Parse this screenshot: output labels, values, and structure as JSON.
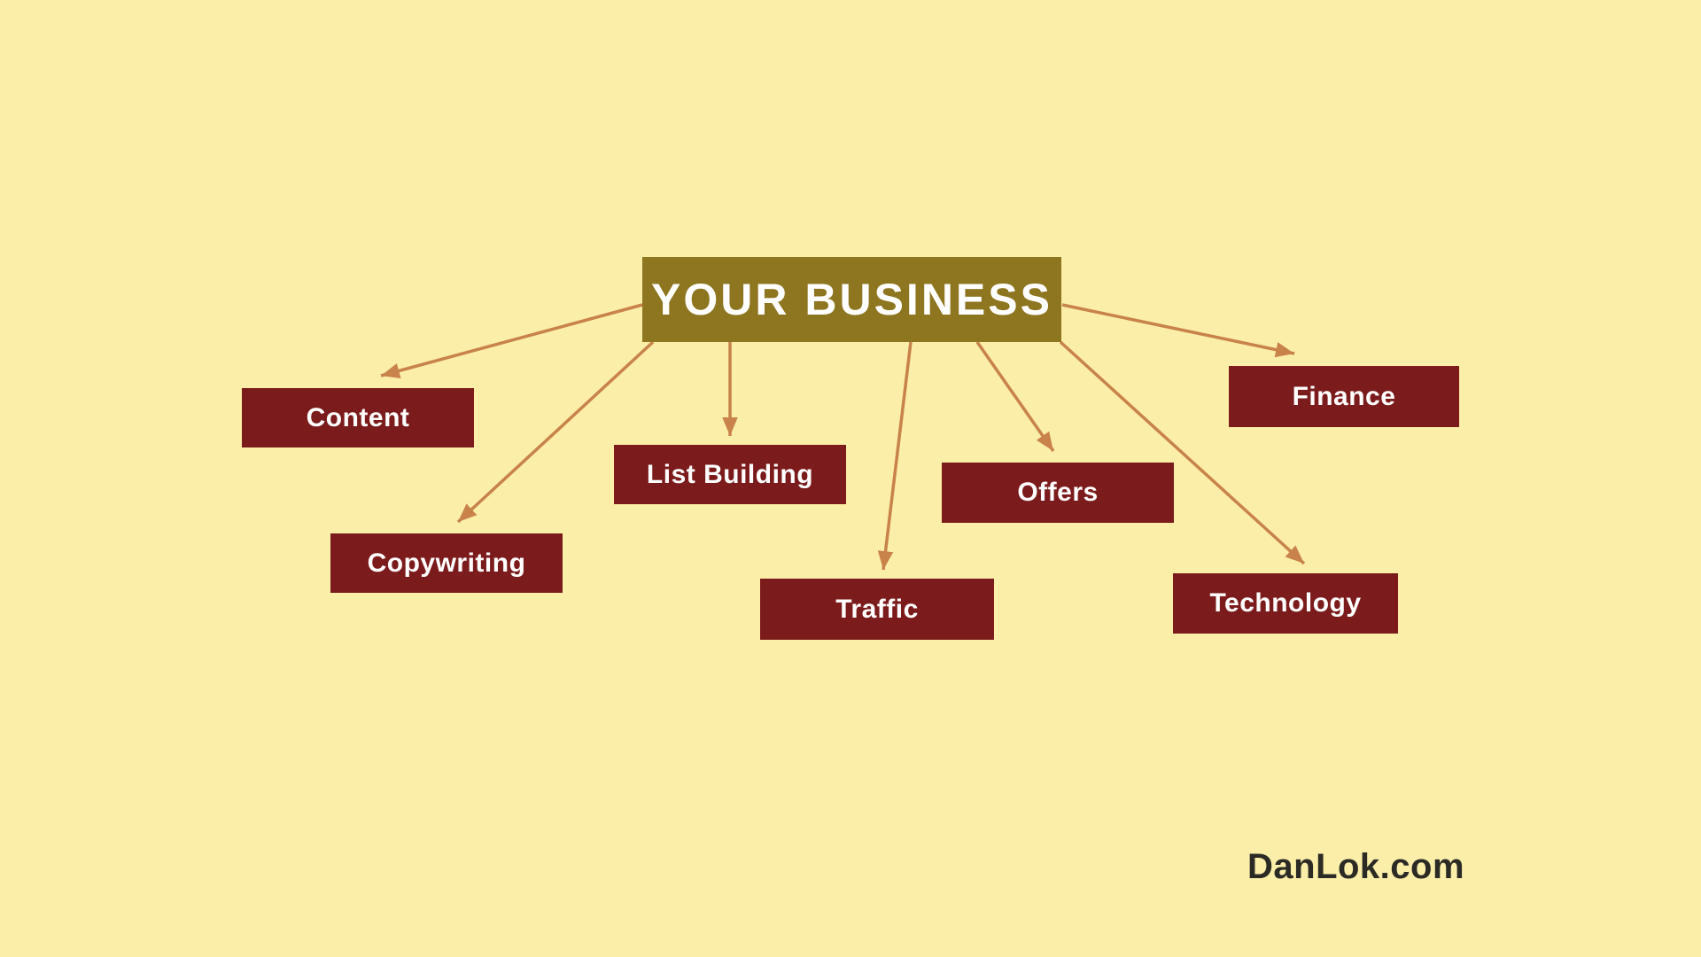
{
  "diagram": {
    "type": "mindmap",
    "root": {
      "id": "root",
      "label": "YOUR BUSINESS"
    },
    "nodes": [
      {
        "id": "content",
        "label": "Content"
      },
      {
        "id": "copywriting",
        "label": "Copywriting"
      },
      {
        "id": "list-building",
        "label": "List Building"
      },
      {
        "id": "traffic",
        "label": "Traffic"
      },
      {
        "id": "offers",
        "label": "Offers"
      },
      {
        "id": "finance",
        "label": "Finance"
      },
      {
        "id": "technology",
        "label": "Technology"
      }
    ],
    "edges": [
      {
        "from": "root",
        "to": "content"
      },
      {
        "from": "root",
        "to": "copywriting"
      },
      {
        "from": "root",
        "to": "list-building"
      },
      {
        "from": "root",
        "to": "traffic"
      },
      {
        "from": "root",
        "to": "offers"
      },
      {
        "from": "root",
        "to": "finance"
      },
      {
        "from": "root",
        "to": "technology"
      }
    ],
    "colors": {
      "background": "#FBEEA8",
      "root_box": "#8E751F",
      "node_box": "#7B1B1B",
      "arrow": "#C8824A",
      "box_text": "#FFFFFF",
      "footer_text": "#2B2A25"
    }
  },
  "footer": {
    "brand": "DanLok.com"
  }
}
